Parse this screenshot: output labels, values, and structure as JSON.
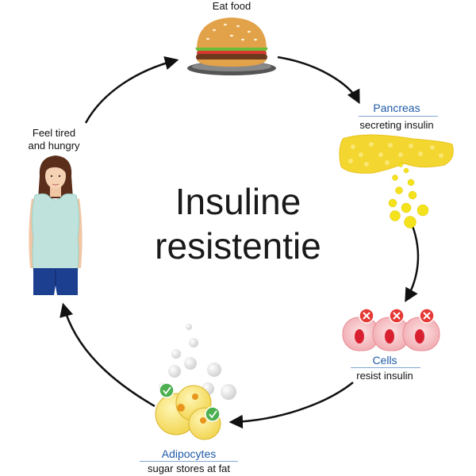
{
  "center": {
    "line1": "Insuline",
    "line2": "resistentie"
  },
  "nodes": {
    "eat": {
      "label": "Eat food"
    },
    "pancreas": {
      "title": "Pancreas",
      "subtitle": "secreting insulin"
    },
    "cells": {
      "title": "Cells",
      "subtitle": "resist insulin"
    },
    "adipocytes": {
      "title": "Adipocytes",
      "subtitle": "sugar stores at fat"
    },
    "tired": {
      "line1": "Feel tired",
      "line2": "and hungry"
    }
  },
  "colors": {
    "blue_title": "#1f5aa6",
    "arrow": "#111111",
    "insulin_yellow": "#f3e21c",
    "cell_pink": "#f2b8bd",
    "check_green": "#4caf50",
    "x_red": "#e53935"
  },
  "icons": [
    "burger-icon",
    "pancreas-icon",
    "cells-icon",
    "adipocytes-icon",
    "woman-icon"
  ]
}
